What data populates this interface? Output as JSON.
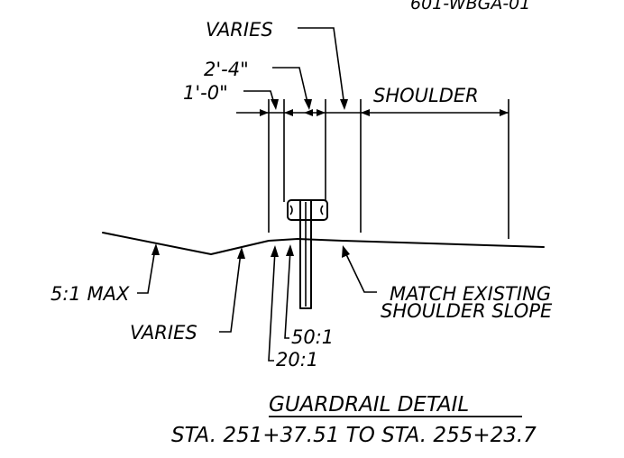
{
  "drawing": {
    "sheet_ref": "601-WBGA-01",
    "dimensions": {
      "varies_top": "VARIES",
      "two_four": "2'-4\"",
      "one_zero": "1'-0\"",
      "shoulder": "SHOULDER"
    },
    "callouts": {
      "slope_max": "5:1 MAX",
      "varies_bottom": "VARIES",
      "slope_50": "50:1",
      "slope_20": "20:1",
      "match_line1": "MATCH  EXISTING",
      "match_line2": "SHOULDER  SLOPE"
    },
    "title": {
      "main": "GUARDRAIL  DETAIL",
      "station": "STA. 251+37.51 TO  STA. 255+23.7"
    }
  }
}
